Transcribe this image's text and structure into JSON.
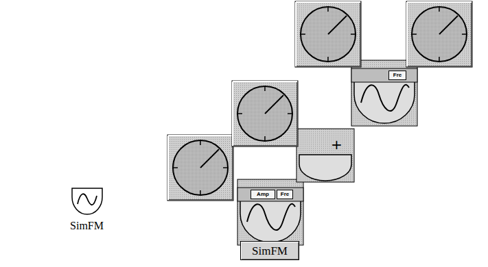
{
  "diagram": {
    "nodes": [
      {
        "text": [
          "SimFM"
        ]
      },
      {
        "text": [
          "Fre"
        ]
      },
      {
        "text": [
          "+"
        ]
      },
      {
        "text": [
          "Amp"
        ]
      },
      {
        "text": [
          "Fre"
        ]
      },
      {
        "text": [
          "SimFM"
        ]
      }
    ]
  }
}
